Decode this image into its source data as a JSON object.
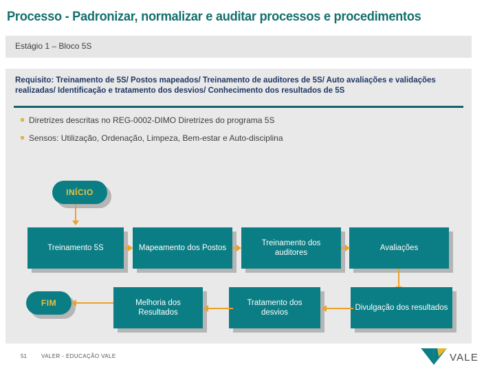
{
  "slide": {
    "title": "Processo - Padronizar, normalizar e auditar processos e procedimentos",
    "stage_label": "Estágio 1 – Bloco 5S",
    "requisito": "Requisito:  Treinamento de 5S/ Postos mapeados/ Treinamento de auditores de 5S/ Auto avaliações e validações realizadas/ Identificação e tratamento dos desvios/ Conhecimento dos resultados de 5S",
    "bullets": [
      "Diretrizes descritas no REG-0002-DIMO Diretrizes do programa 5S",
      "Sensos: Utilização, Ordenação, Limpeza, Bem-estar e Auto-disciplina"
    ]
  },
  "flow": {
    "start_label": "INÍCIO",
    "end_label": "FIM",
    "row1": [
      "Treinamento 5S",
      "Mapeamento dos Postos",
      "Treinamento dos auditores",
      "Avaliações"
    ],
    "row2": [
      "Melhoria dos Resultados",
      "Tratamento dos desvios",
      "Divulgação dos resultados"
    ]
  },
  "footer": {
    "page_number": "51",
    "org": "VALER - EDUCAÇÃO VALE",
    "logo_word": "VALE"
  },
  "colors": {
    "title_teal": "#14706e",
    "node_teal": "#0b7d84",
    "arrow_orange": "#eda02a",
    "accent_gold": "#e0b64a",
    "rule_teal": "#15606b",
    "panel_grey": "#e9e9e9",
    "stage_grey": "#e6e6e6",
    "shadow_grey": "#b5b5b5",
    "logo_gold": "#e8b730"
  }
}
